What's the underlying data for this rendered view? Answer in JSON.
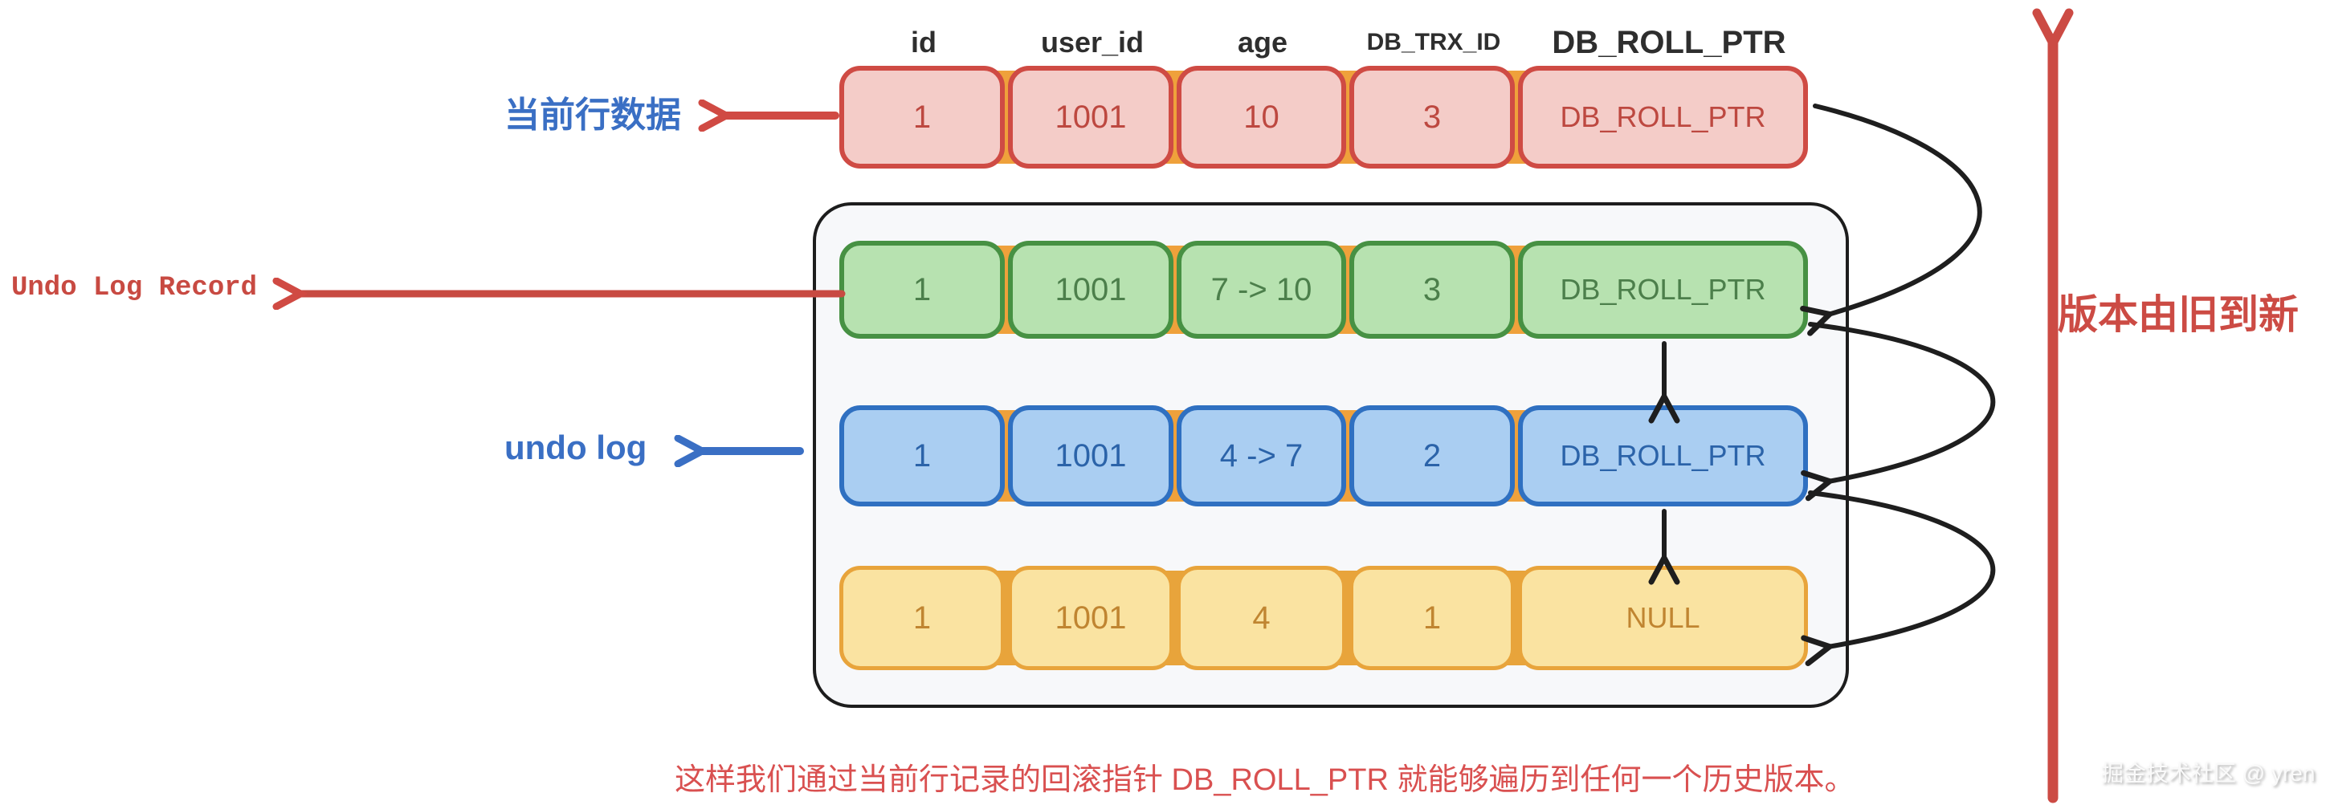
{
  "labels": {
    "current_row": "当前行数据",
    "undo_log_record": "Undo Log Record",
    "undo_log": "undo log",
    "version_axis": "版本由旧到新",
    "caption": "这样我们通过当前行记录的回滚指针 DB_ROLL_PTR 就能够遍历到任何一个历史版本。",
    "watermark": "掘金技术社区 @ yren"
  },
  "table": {
    "headers": [
      "id",
      "user_id",
      "age",
      "DB_TRX_ID",
      "DB_ROLL_PTR"
    ],
    "rows": [
      {
        "name": "current-row-data",
        "color_theme": "red",
        "cells": [
          "1",
          "1001",
          "10",
          "3",
          "DB_ROLL_PTR"
        ]
      },
      {
        "name": "undo-log-record",
        "color_theme": "green",
        "cells": [
          "1",
          "1001",
          "7 -> 10",
          "3",
          "DB_ROLL_PTR"
        ]
      },
      {
        "name": "undo-log-older",
        "color_theme": "blue",
        "cells": [
          "1",
          "1001",
          "4 -> 7",
          "2",
          "DB_ROLL_PTR"
        ]
      },
      {
        "name": "undo-log-oldest",
        "color_theme": "yellow",
        "cells": [
          "1",
          "1001",
          "4",
          "1",
          "NULL"
        ]
      }
    ]
  },
  "colors": {
    "red_cell_fill": "#f4ccc8",
    "red_cell_border": "#cf4b44",
    "green_cell_fill": "#b7e2b0",
    "green_cell_border": "#479143",
    "blue_cell_fill": "#aacef2",
    "blue_cell_border": "#2f70c1",
    "yellow_cell_fill": "#fae3a1",
    "yellow_cell_border": "#e8a43b",
    "row_backdrop": "#efa13b",
    "container_bg": "#f7f8fa",
    "container_border": "#1d1d1d",
    "label_blue": "#3a6fc4",
    "label_red": "#c84a42",
    "axis_red": "#cc4b44",
    "caption_red": "#d95050",
    "pointer_arrow_black": "#1e1e1e"
  }
}
